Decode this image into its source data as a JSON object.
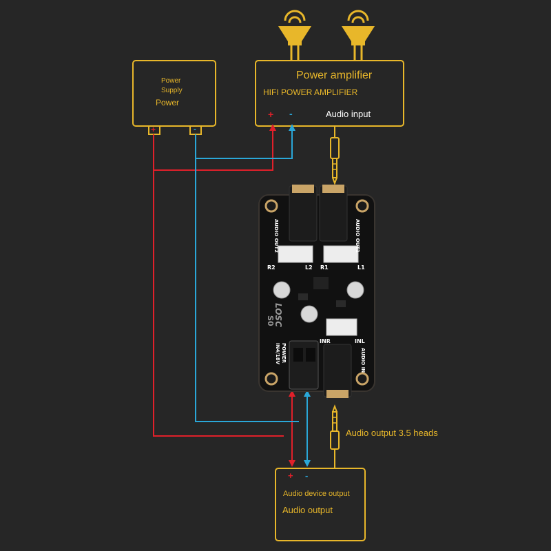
{
  "power_supply": {
    "line1": "Power",
    "line2": "Supply",
    "line3": "Power",
    "plus": "+",
    "minus": "-"
  },
  "amplifier": {
    "title": "Power amplifier",
    "subtitle": "HIFI POWER AMPLIFIER",
    "plus": "+",
    "minus": "-",
    "input_label": "Audio input"
  },
  "board": {
    "out2": "AUDIO OUT2",
    "out1": "AUDIO OUT1",
    "r2": "R2",
    "l2": "L2",
    "r1": "R1",
    "l1": "L1",
    "brand": "LOSC",
    "model": "S0",
    "power_label": "POWER",
    "power_spec": "IN4/18V",
    "inr": "INR",
    "inl": "INL",
    "audio_in": "AUDIO IN"
  },
  "cable_label": "Audio output 3.5 heads",
  "audio_device": {
    "line1": "Audio device output",
    "line2": "Audio output",
    "plus": "+",
    "minus": "-"
  },
  "colors": {
    "background": "#262626",
    "box_outline": "#e8b72a",
    "positive_wire": "#e0202a",
    "negative_wire": "#2aa7d8",
    "board": "#111111"
  },
  "icons": [
    "speaker-icon",
    "speaker-icon",
    "audio-jack-plug-icon",
    "audio-jack-plug-icon"
  ]
}
